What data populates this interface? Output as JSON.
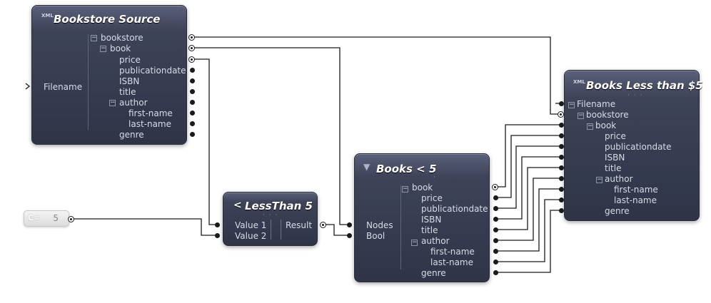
{
  "nodes": {
    "bookstore_source": {
      "title": "Bookstore Source",
      "icon": "XML",
      "input_label": "Filename",
      "tree": [
        "bookstore",
        "book",
        "price",
        "publicationdate",
        "ISBN",
        "title",
        "author",
        "first-name",
        "last-name",
        "genre"
      ]
    },
    "constant": {
      "value": "5",
      "icon": "C="
    },
    "less_than": {
      "title": "LessThan 5",
      "symbol": "<",
      "inputs": [
        "Value 1",
        "Value 2"
      ],
      "output": "Result"
    },
    "filter": {
      "title": "Books < 5",
      "inputs": [
        "Nodes",
        "Bool"
      ],
      "tree": [
        "book",
        "price",
        "publicationdate",
        "ISBN",
        "title",
        "author",
        "first-name",
        "last-name",
        "genre"
      ]
    },
    "target": {
      "title": "Books Less than $5",
      "icon": "XML",
      "filename_label": "Filename",
      "tree": [
        "bookstore",
        "book",
        "price",
        "publicationdate",
        "ISBN",
        "title",
        "author",
        "first-name",
        "last-name",
        "genre"
      ]
    }
  },
  "colors": {
    "node_dark": "#2f3447",
    "node_light": "#5a607a",
    "wire": "#1a1a1a"
  }
}
